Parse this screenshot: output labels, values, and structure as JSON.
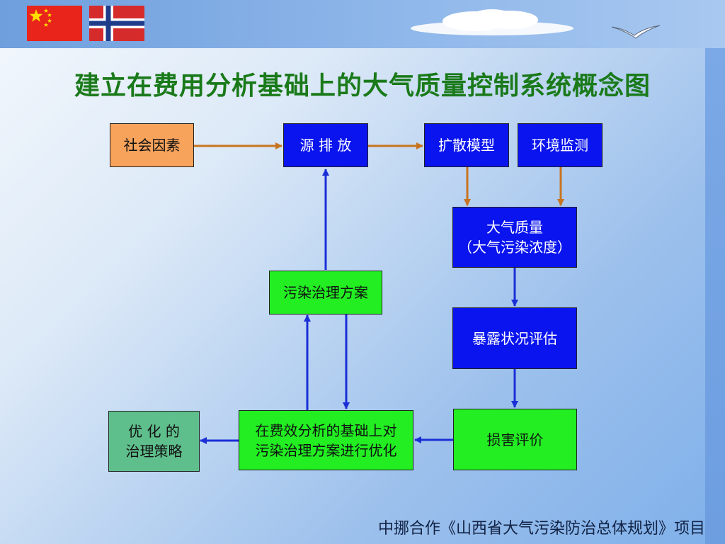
{
  "title": "建立在费用分析基础上的大气质量控制系统概念图",
  "footer": "中挪合作《山西省大气污染防治总体规划》项目",
  "nodes": {
    "social": "社会因素",
    "emission": "源 排 放",
    "diffusion": "扩散模型",
    "monitoring": "环境监测",
    "air_quality": "大气质量\n（大气污染浓度）",
    "exposure": "暴露状况评估",
    "damage": "损害评价",
    "optimization": "在费效分析的基础上对\n污染治理方案进行优化",
    "control_plan": "污染治理方案",
    "strategy": "优 化 的\n治理策略"
  },
  "colors": {
    "title": "#1a7a1a",
    "orange_box": "#f8a35c",
    "blue_box": "#0a14ee",
    "green_box": "#22ee22",
    "teal_box": "#5fbf8c",
    "orange_arrow": "#c8741f",
    "blue_arrow": "#1a2fd6"
  },
  "icons": [
    "china-flag-icon",
    "norway-flag-icon",
    "cloud-icon",
    "seagull-icon"
  ]
}
